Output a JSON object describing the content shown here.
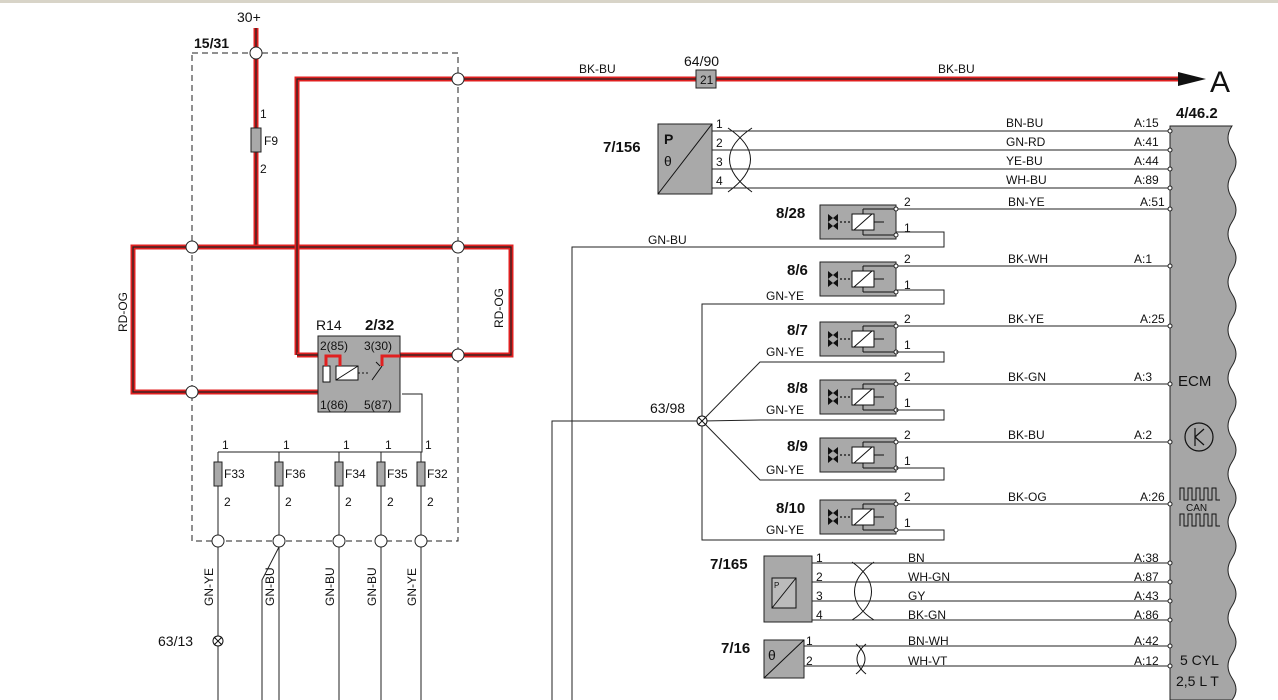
{
  "top": {
    "supply": "30+",
    "fuse_group": "15/31"
  },
  "fuse_f9": {
    "name": "F9",
    "pin_top": "1",
    "pin_bottom": "2"
  },
  "relay": {
    "code": "R14",
    "ref": "2/32",
    "pin_85": "2(85)",
    "pin_30": "3(30)",
    "pin_86": "1(86)",
    "pin_87": "5(87)"
  },
  "side_wires": {
    "left": "RD-OG",
    "right": "RD-OG"
  },
  "main_wire": {
    "left_color": "BK-BU",
    "connector": "64/90",
    "connector_pin": "21",
    "right_color": "BK-BU",
    "arrow_label": "A"
  },
  "ecm": {
    "ref": "4/46.2",
    "name": "ECM",
    "can": "CAN",
    "engine_line1": "5 CYL",
    "engine_line2": "2,5 L T"
  },
  "sensor_7156": {
    "ref": "7/156",
    "sym_top": "P",
    "sym_bottom": "θ",
    "pins": [
      "1",
      "2",
      "3",
      "4"
    ],
    "wires": [
      "BN-BU",
      "GN-RD",
      "YE-BU",
      "WH-BU"
    ],
    "ecm_pins": [
      "A:15",
      "A:41",
      "A:44",
      "A:89"
    ]
  },
  "injectors": [
    {
      "ref": "8/28",
      "wire": "BN-YE",
      "ecm_pin": "A:51",
      "return_wire": "GN-BU",
      "pin2": "2",
      "pin1": "1"
    },
    {
      "ref": "8/6",
      "wire": "BK-WH",
      "ecm_pin": "A:1",
      "return_wire": "GN-YE",
      "pin2": "2",
      "pin1": "1"
    },
    {
      "ref": "8/7",
      "wire": "BK-YE",
      "ecm_pin": "A:25",
      "return_wire": "GN-YE",
      "pin2": "2",
      "pin1": "1"
    },
    {
      "ref": "8/8",
      "wire": "BK-GN",
      "ecm_pin": "A:3",
      "return_wire": "GN-YE",
      "pin2": "2",
      "pin1": "1"
    },
    {
      "ref": "8/9",
      "wire": "BK-BU",
      "ecm_pin": "A:2",
      "return_wire": "GN-YE",
      "pin2": "2",
      "pin1": "1"
    },
    {
      "ref": "8/10",
      "wire": "BK-OG",
      "ecm_pin": "A:26",
      "return_wire": "GN-YE",
      "pin2": "2",
      "pin1": "1"
    }
  ],
  "splice": {
    "ref": "63/98"
  },
  "sensor_7165": {
    "ref": "7/165",
    "sym": "P",
    "pins": [
      "1",
      "2",
      "3",
      "4"
    ],
    "wires": [
      "BN",
      "WH-GN",
      "GY",
      "BK-GN"
    ],
    "ecm_pins": [
      "A:38",
      "A:87",
      "A:43",
      "A:86"
    ]
  },
  "sensor_716": {
    "ref": "7/16",
    "sym": "θ",
    "pins": [
      "1",
      "2"
    ],
    "wires": [
      "BN-WH",
      "WH-VT"
    ],
    "ecm_pins": [
      "A:42",
      "A:12"
    ]
  },
  "fuses": [
    {
      "name": "F33",
      "pin_top": "1",
      "pin_bottom": "2",
      "wire": "GN-YE"
    },
    {
      "name": "F36",
      "pin_top": "1",
      "pin_bottom": "2",
      "wire": "GN-BU"
    },
    {
      "name": "F34",
      "pin_top": "1",
      "pin_bottom": "2",
      "wire": "GN-BU"
    },
    {
      "name": "F35",
      "pin_top": "1",
      "pin_bottom": "2",
      "wire": "GN-BU"
    },
    {
      "name": "F32",
      "pin_top": "1",
      "pin_bottom": "2",
      "wire": "GN-YE"
    }
  ],
  "ground_splice": {
    "ref": "63/13"
  },
  "colors": {
    "wire_highlight": "#e02020",
    "wire": "#222222",
    "component_fill": "#a9a9a9",
    "ecm_fill": "#a6a6a6"
  }
}
